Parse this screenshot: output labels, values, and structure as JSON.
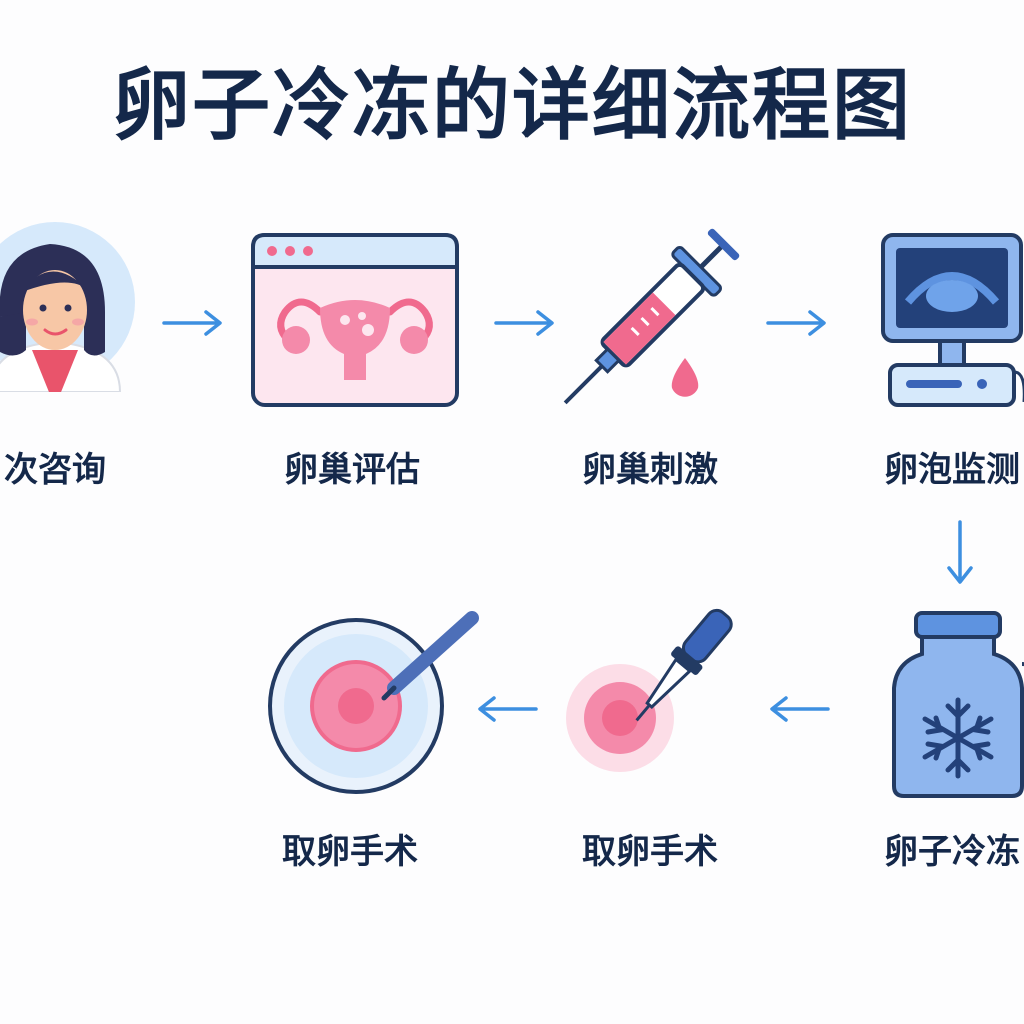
{
  "title": "卵子冷冻的详细流程图",
  "steps": [
    {
      "label": "次咨询",
      "icon": "doctor-icon"
    },
    {
      "label": "卵巢评估",
      "icon": "uterus-screen-icon"
    },
    {
      "label": "卵巢刺激",
      "icon": "syringe-icon"
    },
    {
      "label": "卵泡监测",
      "icon": "ultrasound-monitor-icon"
    },
    {
      "label": "卵子冷冻",
      "icon": "freezer-tank-icon"
    },
    {
      "label": "取卵手术",
      "icon": "pipette-egg-icon"
    },
    {
      "label": "取卵手术",
      "icon": "petri-dish-egg-icon"
    }
  ],
  "colors": {
    "text": "#14284a",
    "arrow": "#3d8fe0",
    "pink": "#f06a8e",
    "lightBlue": "#d6e9fb",
    "blue": "#5e93e0",
    "outline": "#233b63"
  }
}
